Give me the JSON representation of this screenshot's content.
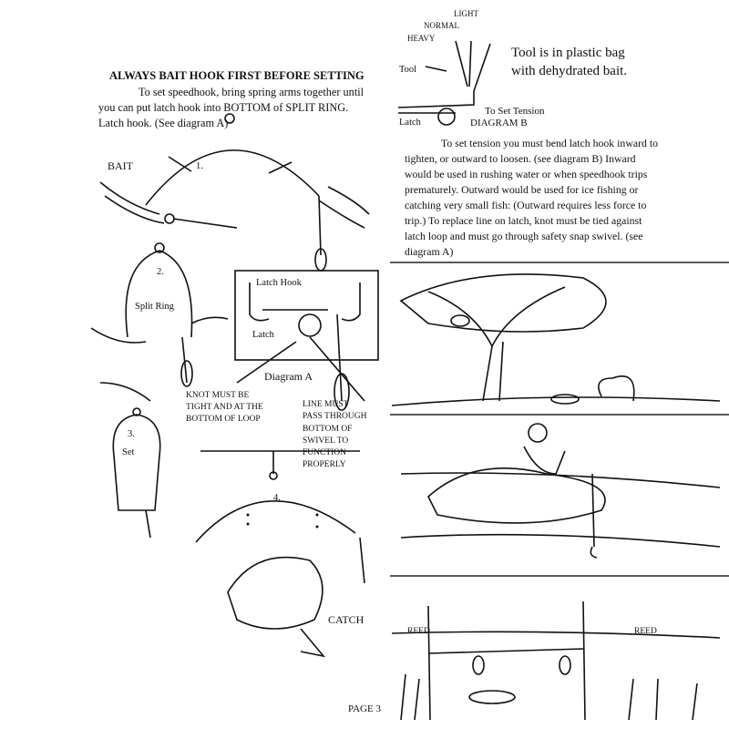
{
  "left_column": {
    "heading": "ALWAYS BAIT HOOK FIRST BEFORE SETTING",
    "intro_lines": [
      "To set speedhook, bring spring arms together until",
      "you can put latch hook into BOTTOM of SPLIT RING.",
      "Latch hook. (See diagram A)"
    ],
    "labels": {
      "bait": "BAIT",
      "step1": "1.",
      "step2": "2.",
      "split_ring": "Split Ring",
      "step3": "3.",
      "set": "Set",
      "step4": "4.",
      "catch": "CATCH"
    },
    "diagram_a": {
      "latch_hook": "Latch Hook",
      "latch": "Latch",
      "title": "Diagram A",
      "knot_note": [
        "KNOT MUST BE",
        "TIGHT AND AT THE",
        "BOTTOM OF LOOP"
      ],
      "line_note": [
        "LINE MUST",
        "PASS THROUGH",
        "BOTTOM OF",
        "SWIVEL TO",
        "FUNCTION",
        "PROPERLY"
      ]
    }
  },
  "right_column": {
    "diagram_b": {
      "light": "LIGHT",
      "normal": "NORMAL",
      "heavy": "HEAVY",
      "tool": "Tool",
      "latch": "Latch",
      "to_set_tension": "To Set Tension",
      "title": "DIAGRAM B",
      "note_lines": [
        "Tool is in plastic bag",
        "with dehydrated bait."
      ]
    },
    "tension_lines": [
      "To set tension you must bend latch hook inward to",
      "tighten, or outward to loosen.  (see diagram B)  Inward",
      "would be used in rushing water or when speedhook trips",
      "prematurely.  Outward would be used for ice fishing or",
      "catching very small fish: (Outward requires less force to",
      "trip.)  To replace line on latch, knot must be tied against",
      "latch loop and must go through safety snap swivel. (see",
      "diagram A)"
    ],
    "scene3_labels": {
      "reed_left": "REED",
      "reed_right": "REED"
    }
  },
  "footer": {
    "page": "PAGE 3"
  }
}
